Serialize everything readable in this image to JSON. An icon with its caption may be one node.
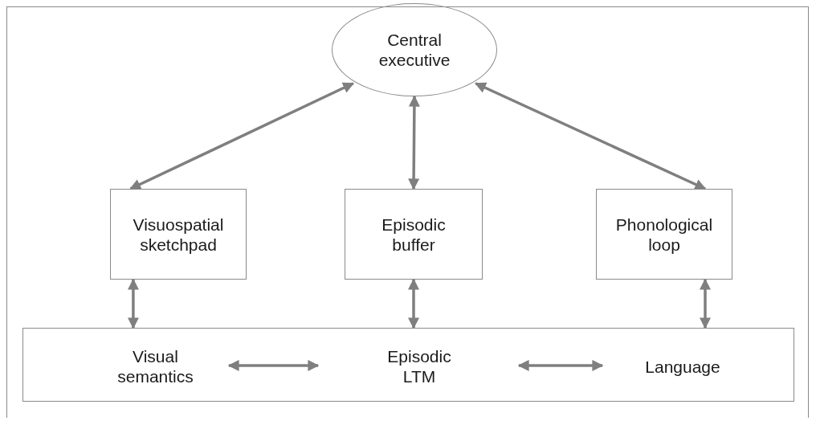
{
  "diagram": {
    "nodes": [
      {
        "text": [
          "Central executive"
        ]
      },
      {
        "text": [
          "Visuospatial sketchpad"
        ]
      },
      {
        "text": [
          "Episodic buffer"
        ]
      },
      {
        "text": [
          "Phonological loop"
        ]
      },
      {
        "text": [],
        "shape": "box"
      },
      {
        "text": [
          "Visual semantics"
        ],
        "in": 4
      },
      {
        "text": [
          "Episodic LTM"
        ],
        "in": 4
      },
      {
        "text": [
          "Language"
        ],
        "in": 4
      }
    ],
    "edges": [
      {
        "from": 0,
        "to": 1,
        "arrow": "both"
      },
      {
        "from": 0,
        "to": 2,
        "arrow": "both"
      },
      {
        "from": 0,
        "to": 3,
        "arrow": "both"
      },
      {
        "from": 1,
        "to": 4,
        "arrow": "both"
      },
      {
        "from": 2,
        "to": 4,
        "arrow": "both"
      },
      {
        "from": 3,
        "to": 4,
        "arrow": "both"
      },
      {
        "from": 5,
        "to": 6,
        "arrow": "both"
      },
      {
        "from": 6,
        "to": 7,
        "arrow": "both"
      }
    ]
  }
}
